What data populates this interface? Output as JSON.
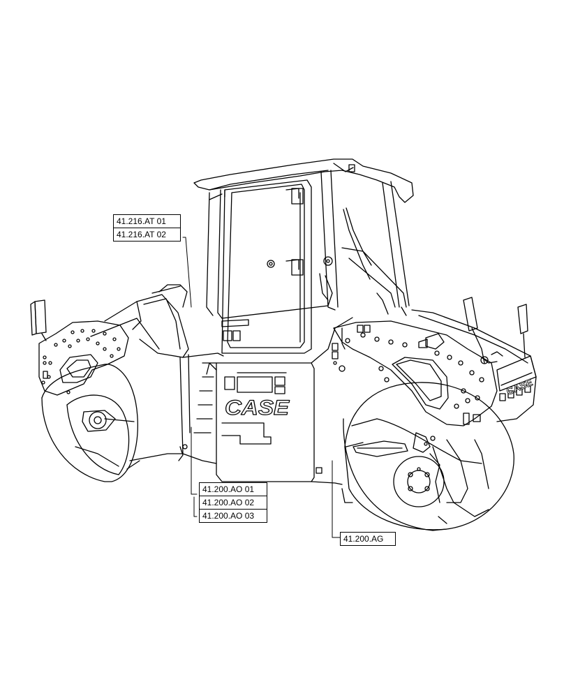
{
  "callouts": {
    "cab_refs": [
      "41.216.AT 01",
      "41.216.AT 02"
    ],
    "frame_refs": [
      "41.200.AO 01",
      "41.200.AO 02",
      "41.200.AO 03"
    ],
    "rear_ref": "41.200.AG"
  },
  "machine_decals": {
    "brand_hood": "CASE",
    "brand_rear": "CASE"
  }
}
